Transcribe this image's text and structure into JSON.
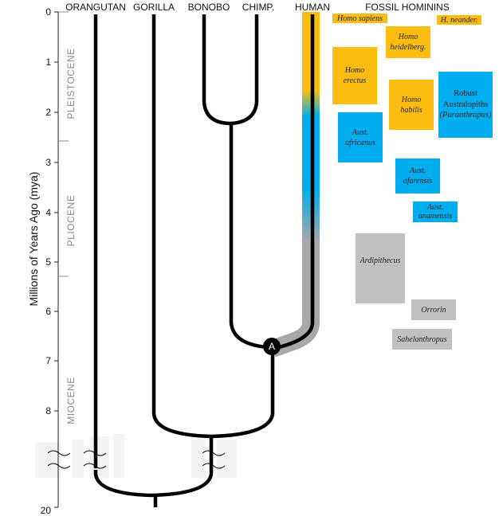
{
  "headers": {
    "orangutan": "ORANGUTAN",
    "gorilla": "GORILLA",
    "bonobo": "BONOBO",
    "chimp": "CHIMP.",
    "human": "HUMAN",
    "fossil": "FOSSIL HOMININS"
  },
  "axis": {
    "label": "Millions of Years Ago (mya)",
    "ticks": [
      "0",
      "1",
      "2",
      "3",
      "4",
      "5",
      "6",
      "7",
      "8",
      "20"
    ]
  },
  "epochs": {
    "pleistocene": "PLEISTOCENE",
    "pliocene": "PLIOCENE",
    "miocene": "MIOCENE"
  },
  "node": {
    "label": "A"
  },
  "colors": {
    "homo": "#fdbd10",
    "australopith": "#00aeef",
    "early": "#c0c0c0"
  },
  "fossils": {
    "sapiens": "Homo sapiens",
    "neander": "H. neander.",
    "heidelberg": [
      "Homo",
      "heidelberg."
    ],
    "erectus": [
      "Homo",
      "erectus"
    ],
    "habilis": [
      "Homo",
      "habilis"
    ],
    "robust": [
      "Robust",
      "Australopiths",
      "(Paranthropus)"
    ],
    "africanus": [
      "Aust.",
      "africanus"
    ],
    "afarensis": [
      "Aust.",
      "afarensis"
    ],
    "anamensis": [
      "Aust.",
      "anamensis"
    ],
    "ardipithecus": "Ardipithecus",
    "orrorin": "Orrorin",
    "sahelanthropus": "Sahelanthropus"
  }
}
